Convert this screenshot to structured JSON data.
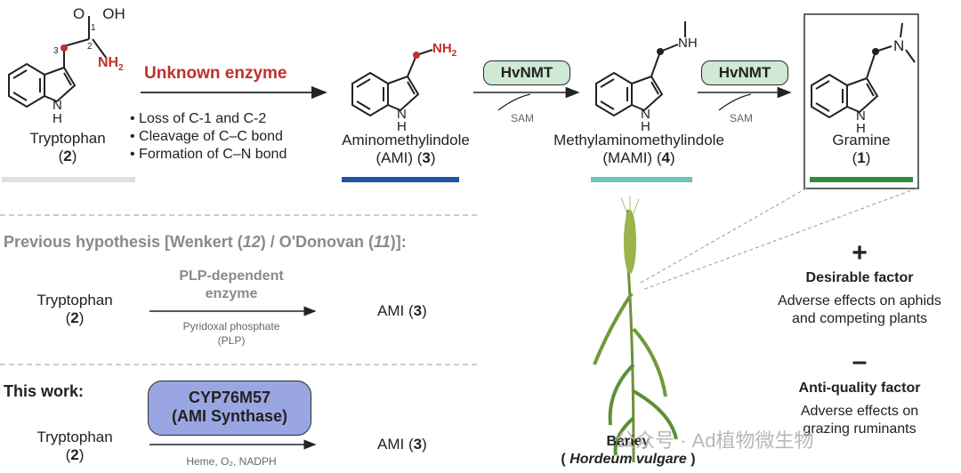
{
  "compounds": {
    "trp": {
      "name": "Tryptophan",
      "num": "2"
    },
    "ami": {
      "name_line1": "Aminomethylindole",
      "name_line2": "(AMI) (",
      "num": "3"
    },
    "mami": {
      "name_line1": "Methylaminomethylindole",
      "name_line2": "(MAMI) (",
      "num": "4"
    },
    "gramine": {
      "name": "Gramine",
      "num": "1"
    }
  },
  "structure_labels": {
    "nh": "N",
    "h": "H",
    "cooh": "O  OH",
    "o": "O",
    "oh": "OH",
    "nh2": "NH",
    "sub2": "2",
    "c1": "1",
    "c2": "2",
    "c3": "3",
    "nh_mami": "NH",
    "n_gramine": "N"
  },
  "step1": {
    "enzyme": "Unknown enzyme",
    "notes": [
      "Loss of C-1 and C-2",
      "Cleavage of C–C bond",
      "Formation of C–N bond"
    ]
  },
  "hvnmt": {
    "label": "HvNMT",
    "cofactor": "SAM"
  },
  "previous": {
    "title_prefix": "Previous hypothesis [Wenkert (",
    "ref1": "12",
    "title_mid": ") / O'Donovan (",
    "ref2": "11",
    "title_suffix": ")]:",
    "substrate": "Tryptophan",
    "substrate_num": "2",
    "enzyme_line1": "PLP-dependent",
    "enzyme_line2": "enzyme",
    "cofactor_line1": "Pyridoxal phosphate",
    "cofactor_line2": "(PLP)",
    "product": "AMI",
    "product_num": "3"
  },
  "thiswork": {
    "title": "This work:",
    "substrate": "Tryptophan",
    "substrate_num": "2",
    "enzyme_line1": "CYP76M57",
    "enzyme_line2": "(AMI Synthase)",
    "cofactor": "Heme, O₂, NADPH",
    "product": "AMI",
    "product_num": "3"
  },
  "plant": {
    "name": "Barley",
    "species": "Hordeum vulgare"
  },
  "factors": {
    "plus": "+",
    "desirable_title": "Desirable factor",
    "desirable_line1": "Adverse effects on aphids",
    "desirable_line2": "and competing plants",
    "minus": "–",
    "anti_title": "Anti-quality factor",
    "anti_line1": "Adverse effects on",
    "anti_line2": "grazing ruminants"
  },
  "watermark": "公众号 · Ad植物微生物",
  "colors": {
    "red": "#c0302b",
    "trp_bar": "#e0e0e0",
    "ami_bar": "#1f55a5",
    "mami_bar": "#6ec3b8",
    "gramine_bar": "#2e8b3a",
    "hvnmt_fill": "#cfe9d4",
    "cyp_fill": "#9aa6e2"
  }
}
